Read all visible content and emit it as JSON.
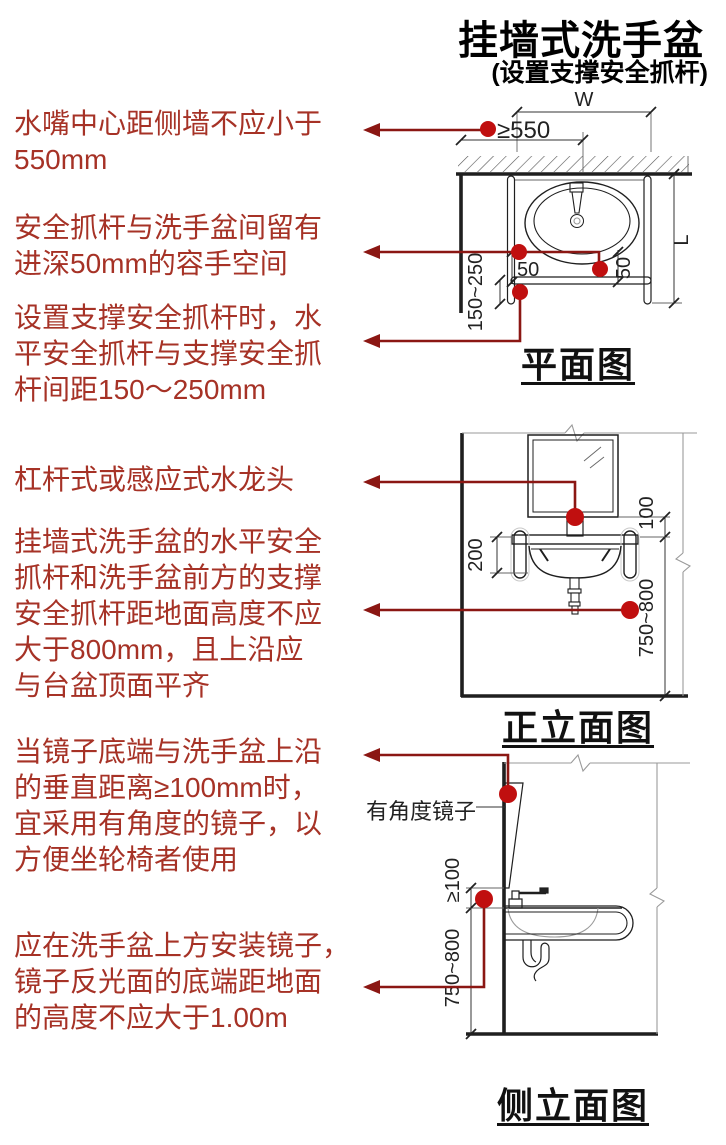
{
  "header": {
    "title": "挂墙式洗手盆",
    "subtitle": "(设置支撑安全抓杆)"
  },
  "annotations": [
    {
      "text": "水嘴中心距侧墙不应小于\n550mm"
    },
    {
      "text": "安全抓杆与洗手盆间留有\n进深50mm的容手空间"
    },
    {
      "text": "设置支撑安全抓杆时，水\n平安全抓杆与支撑安全抓\n杆间距150～250mm"
    },
    {
      "text": "杠杆式或感应式水龙头"
    },
    {
      "text": "挂墙式洗手盆的水平安全\n抓杆和洗手盆前方的支撑\n安全抓杆距地面高度不应\n大于800mm，且上沿应\n与台盆顶面平齐"
    },
    {
      "text": "当镜子底端与洗手盆上沿\n的垂直距离≥100mm时，\n宜采用有角度的镜子，以\n方便坐轮椅者使用"
    },
    {
      "text": "应在洗手盆上方安装镜子，\n镜子反光面的底端距地面\n的高度不应大于1.00m"
    }
  ],
  "drawings": {
    "plan": {
      "label": "平面图",
      "dim_w": "W",
      "dim_offset": "≥550",
      "dim_gap_left": "50",
      "dim_gap_right": "50",
      "dim_spacing": "150~250",
      "dim_l": "L"
    },
    "front": {
      "label": "正立面图",
      "dim_depth": "200",
      "dim_mirror_gap": "100",
      "dim_height": "750~800"
    },
    "side": {
      "label": "侧立面图",
      "mirror_note": "有角度镜子",
      "dim_mirror_gap": "≥100",
      "dim_height": "750~800"
    }
  },
  "colors": {
    "annotation": "#A63226",
    "leader": "#8B1713",
    "dot": "#C00F0F",
    "ink": "#1f1f1f",
    "gray": "#9a9a9a"
  }
}
